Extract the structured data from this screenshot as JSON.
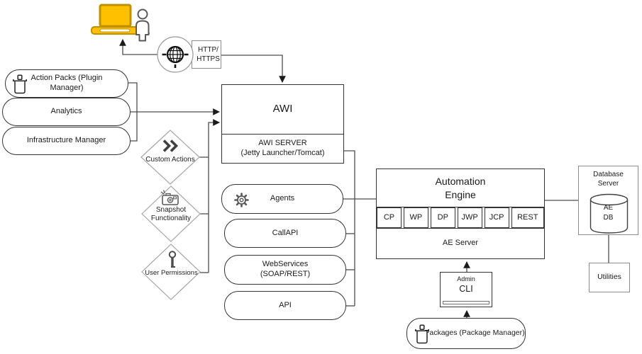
{
  "nodes": {
    "http": {
      "line1": "HTTP/",
      "line2": "HTTPS"
    },
    "action_packs": {
      "line1": "Action Packs (Plugin",
      "line2": "Manager)"
    },
    "analytics": {
      "label": "Analytics"
    },
    "infrastructure_manager": {
      "label": "Infrastructure Manager"
    },
    "custom_actions": {
      "label": "Custom Actions"
    },
    "snapshot_functionality": {
      "line1": "Snapshot",
      "line2": "Functionality"
    },
    "user_permissions": {
      "label": "User Permissions"
    },
    "awi": {
      "label": "AWI"
    },
    "awi_server": {
      "line1": "AWI SERVER",
      "line2": "(Jetty Launcher/Tomcat)"
    },
    "agents": {
      "label": "Agents"
    },
    "callapi": {
      "label": "CallAPI"
    },
    "webservices": {
      "line1": "WebServices",
      "line2": "(SOAP/REST)"
    },
    "api": {
      "label": "API"
    },
    "automation_engine": {
      "line1": "Automation",
      "line2": "Engine"
    },
    "ae_processes": [
      "CP",
      "WP",
      "DP",
      "JWP",
      "JCP",
      "REST"
    ],
    "ae_server": {
      "label": "AE Server"
    },
    "database_server": {
      "line1": "Database",
      "line2": "Server"
    },
    "ae_db": {
      "line1": "AE",
      "line2": "DB"
    },
    "utilities": {
      "label": "Utilities"
    },
    "admin_cli": {
      "line1": "Admin",
      "line2": "CLI"
    },
    "packages": {
      "label": "Packages (Package Manager)"
    }
  },
  "colors": {
    "laptop_fill": "#FFC000",
    "laptop_border": "#BF9000",
    "connector": "#4D4D4D",
    "dark_border": "#333333",
    "gray_border": "#8C8C8C"
  }
}
